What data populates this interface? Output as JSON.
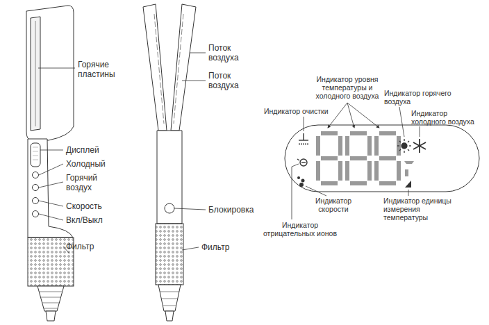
{
  "diagram": {
    "labels": [
      "Горячие пластины",
      "Дисплей",
      "Холодный",
      "Горячий воздух",
      "Скорость",
      "Вкл/Выкл",
      "Фильтр",
      "Поток воздуха",
      "Поток воздуха",
      "Блокировка",
      "Фильтр",
      "Индикатор уровня температуры и холодного воздуха",
      "Индикатор горячего воздуха",
      "Индикатор очистки",
      "Индикатор холодного воздуха",
      "Индикатор скорости",
      "Индикатор единицы измерения температуры",
      "Индикатор отрицательных ионов"
    ]
  }
}
